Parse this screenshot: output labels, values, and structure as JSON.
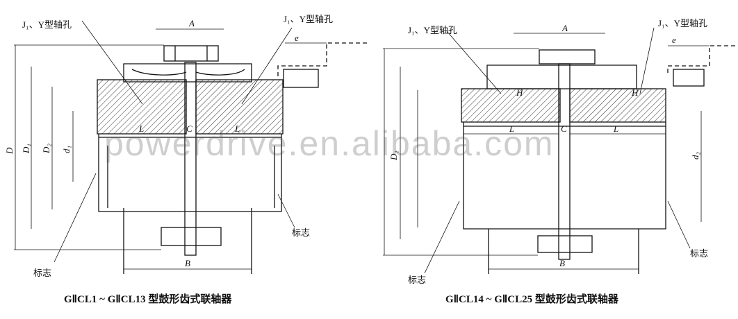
{
  "left": {
    "caption": "GⅡCL1 ~ GⅡCL13 型鼓形齿式联轴器",
    "labels": {
      "hole_left": "J₁、Y型轴孔",
      "hole_right": "J₁、Y型轴孔",
      "A": "A",
      "e": "e",
      "D": "D",
      "D1": "D₁",
      "D2": "D₂",
      "d1": "d₁",
      "L_left": "L",
      "L_right": "L",
      "C": "C",
      "B": "B",
      "mark_left": "标志",
      "mark_right": "标志"
    }
  },
  "right": {
    "caption": "GⅡCL14 ~ GⅡCL25 型鼓形齿式联轴器",
    "labels": {
      "hole_left": "J₁、Y型轴孔",
      "hole_right": "J₁、Y型轴孔",
      "A": "A",
      "e": "e",
      "D1": "D₁",
      "d2": "d₂",
      "H_left": "H",
      "H_right": "H",
      "L_left": "L",
      "L_right": "L",
      "C": "C",
      "B": "B",
      "mark_left": "标志",
      "mark_right": "标志"
    }
  },
  "watermark": "powerdrive.en.alibaba.com",
  "colors": {
    "line": "#111111",
    "hatch": "#333333",
    "watermark": "#505050"
  }
}
